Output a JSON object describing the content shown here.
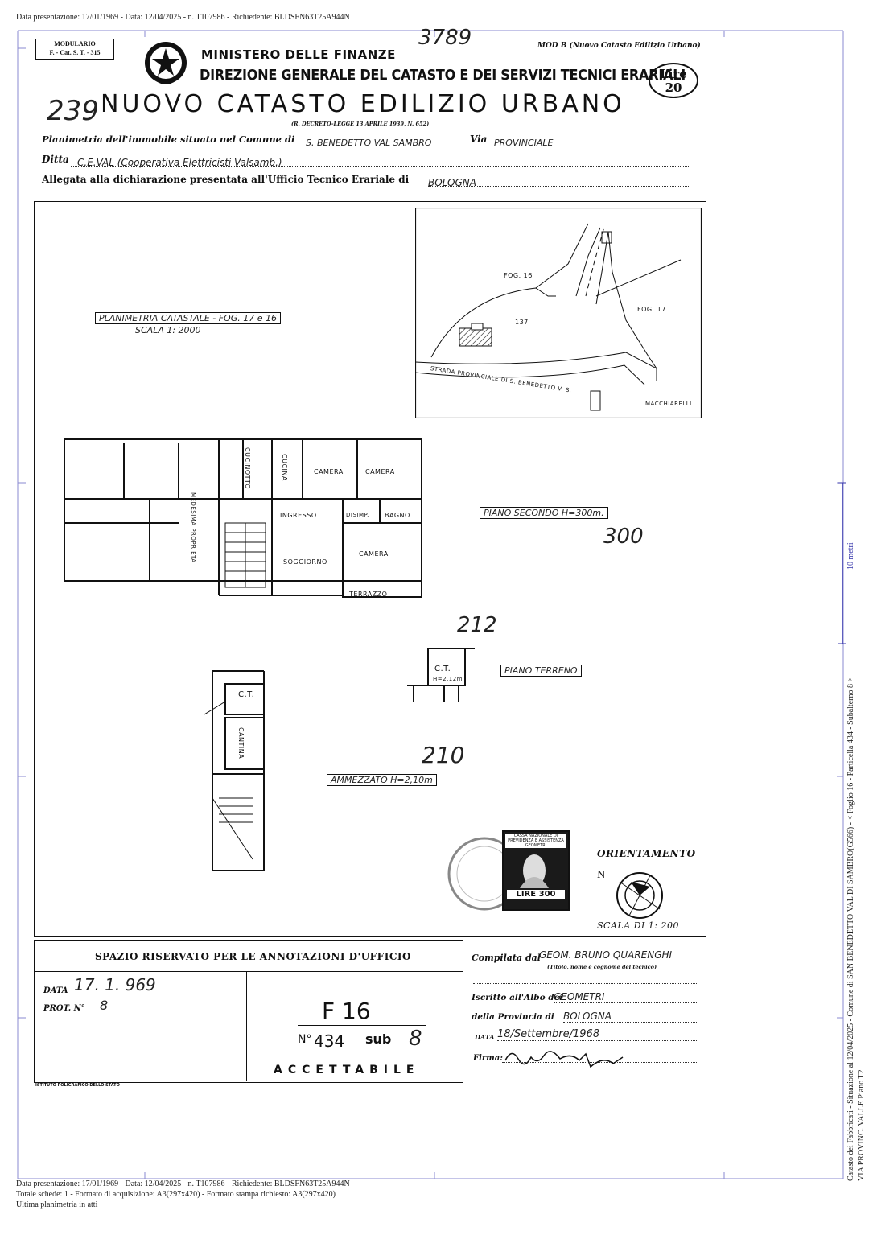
{
  "header_line": "Data presentazione: 17/01/1969 - Data: 12/04/2025 - n. T107986 - Richiedente: BLDSFN63T25A944N",
  "modulario": {
    "line1": "MODULARIO",
    "line2": "F. - Cat. S. T. - 315"
  },
  "top_handwritten_number": "3789",
  "mod_b": "MOD B (Nuovo Catasto Edilizio Urbano)",
  "ministry": "MINISTERO DELLE FINANZE",
  "direction": "DIREZIONE GENERALE DEL CATASTO E DEI SERVIZI TECNICI ERARIALI",
  "lire": {
    "label": "Lire",
    "value": "20"
  },
  "page_number": "239",
  "main_title": "NUOVO CATASTO EDILIZIO URBANO",
  "decree": "(R. DECRETO-LEGGE 13 APRILE 1939, N. 652)",
  "planimetria_label": "Planimetria dell'immobile situato nel Comune di",
  "comune_value": "S. BENEDETTO VAL SAMBRO",
  "via_label": "Via",
  "via_value": "PROVINCIALE",
  "ditta_label": "Ditta",
  "ditta_value": "C.E.VAL (Cooperativa Elettricisti Valsamb.)",
  "allegata_label": "Allegata alla dichiarazione presentata all'Ufficio Tecnico Erariale di",
  "allegata_value": "BOLOGNA",
  "map": {
    "title": "PLANIMETRIA CATASTALE - FOG. 17 e 16",
    "scale": "SCALA 1: 2000",
    "fog16": "FOG. 16",
    "fog17": "FOG. 17",
    "particella": "137",
    "road": "STRADA PROVINCIALE DI S. BENEDETTO V. S.",
    "owner": "MACCHIARELLI"
  },
  "plan": {
    "rooms": {
      "cucinotto": "CUCINOTTO",
      "cucina": "CUCINA",
      "camera1": "CAMERA",
      "camera2": "CAMERA",
      "ingresso": "INGRESSO",
      "disimp": "DISIMP.",
      "bagno": "BAGNO",
      "soggiorno": "SOGGIORNO",
      "camera3": "CAMERA",
      "terrazzo": "TERRAZZO",
      "medesima": "MEDESIMA PROPRIETA"
    },
    "piano_secondo": "PIANO SECONDO H=300m.",
    "h300": "300",
    "h212": "212",
    "ct1": "C.T.",
    "ct1_h": "H=2,12m",
    "piano_terreno": "PIANO TERRENO",
    "ct2": "C.T.",
    "cantina": "CANTINA",
    "h210": "210",
    "ammezzato": "AMMEZZATO H=2,10m"
  },
  "stamp": {
    "line1": "CASSA NAZIONALE DI",
    "line2": "PREVIDENZA E ASSISTENZA",
    "line3": "GEOMETRI",
    "value": "LIRE 300"
  },
  "orientation": {
    "title": "ORIENTAMENTO",
    "north": "N",
    "scale": "SCALA DI 1: 200"
  },
  "office": {
    "header": "SPAZIO RISERVATO PER LE ANNOTAZIONI D'UFFICIO",
    "data_label": "DATA",
    "data_value": "17. 1. 969",
    "prot_label": "PROT. N°",
    "prot_value": "8",
    "foglio": "F 16",
    "numero_label": "N°",
    "numero_value": "434",
    "sub_label": "sub",
    "sub_value": "8",
    "accettabile": "ACCETTABILE",
    "printer": "ISTITUTO POLIGRAFICO DELLO STATO"
  },
  "compiler": {
    "compilata_label": "Compilata dal",
    "compilata_value": "GEOM. BRUNO QUARENGHI",
    "titolo_note": "(Titolo, nome e cognome del tecnico)",
    "iscritto_label": "Iscritto all'Albo dei",
    "iscritto_value": "GEOMETRI",
    "provincia_label": "della Provincia di",
    "provincia_value": "BOLOGNA",
    "data_label": "DATA",
    "data_value": "18/Settembre/1968",
    "firma_label": "Firma:"
  },
  "right_scale": "10 metri",
  "side_note_1": "Catasto dei Fabbricati - Situazione al 12/04/2025 - Comune di SAN BENEDETTO VAL DI SAMBRO(G566) - < Foglio 16 - Particella 434 - Subalterno 8 >",
  "side_note_2": "VIA PROVINC. VALLE Piano T2",
  "footer": {
    "line1": "Data presentazione: 17/01/1969 - Data: 12/04/2025 - n. T107986 - Richiedente: BLDSFN63T25A944N",
    "line2": "Totale schede: 1 - Formato di acquisizione: A3(297x420)  - Formato stampa richiesto: A3(297x420)",
    "line3": "Ultima planimetria in atti"
  }
}
